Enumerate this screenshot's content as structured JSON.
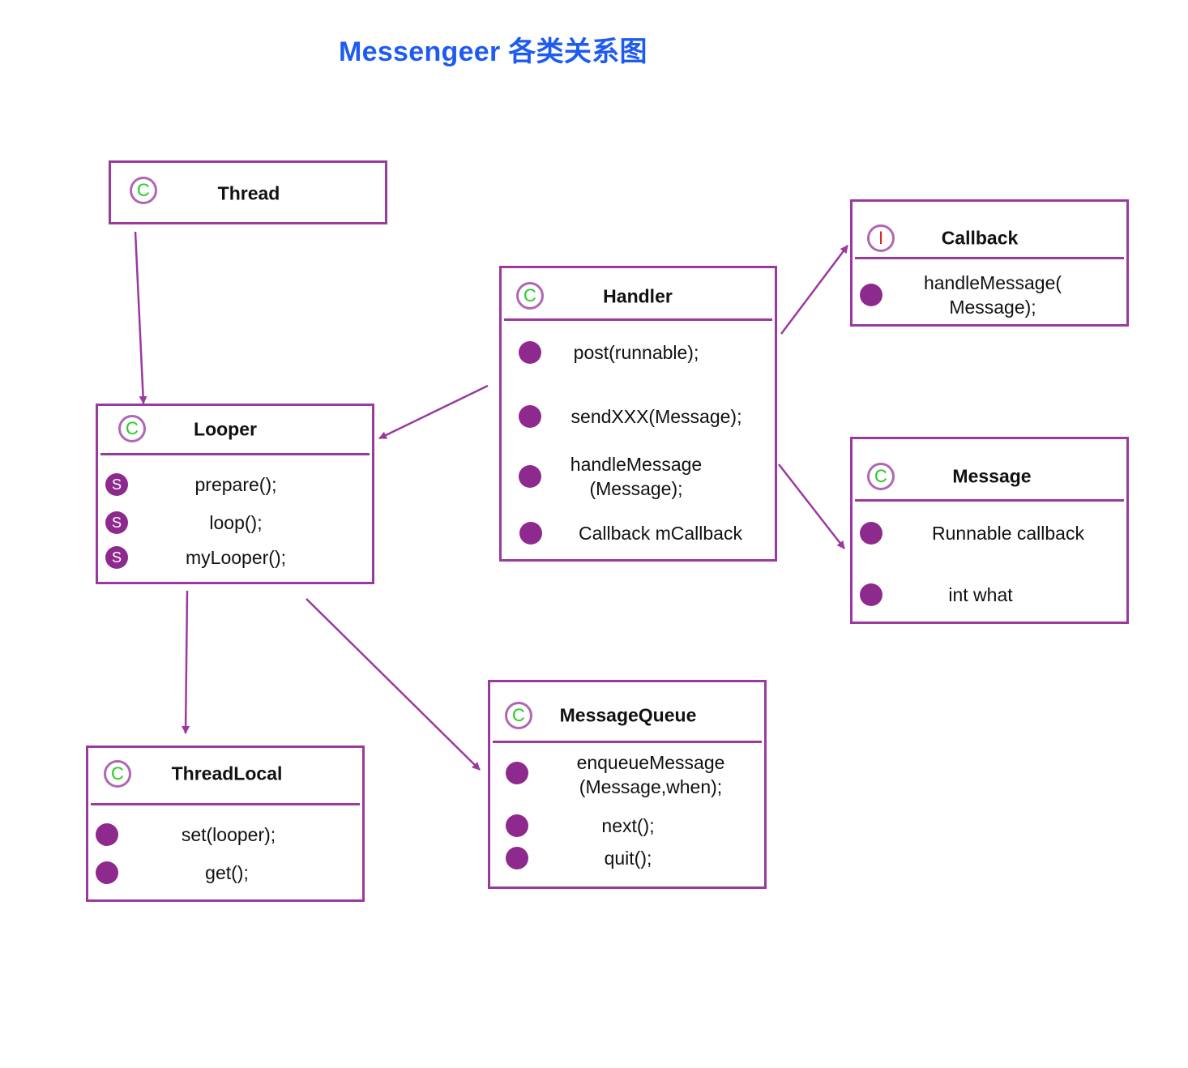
{
  "title": "Messengeer 各类关系图",
  "colors": {
    "title": "#1e5bf0",
    "border": "#9a3a9e",
    "member_dot": "#8e2a8e",
    "class_badge": "#22cc22",
    "interface_badge": "#e01e1e"
  },
  "classes": {
    "thread": {
      "badge": "C",
      "name": "Thread",
      "members": []
    },
    "looper": {
      "badge": "C",
      "name": "Looper",
      "members": [
        {
          "marker": "S",
          "text": "prepare();"
        },
        {
          "marker": "S",
          "text": "loop();"
        },
        {
          "marker": "S",
          "text": "myLooper();"
        }
      ]
    },
    "handler": {
      "badge": "C",
      "name": "Handler",
      "members": [
        {
          "text": "post(runnable);"
        },
        {
          "text": "sendXXX(Message);"
        },
        {
          "text": "handleMessage\n(Message);"
        },
        {
          "text": "Callback mCallback"
        }
      ]
    },
    "callback": {
      "badge": "I",
      "name": "Callback",
      "members": [
        {
          "text": "handleMessage(\nMessage);"
        }
      ]
    },
    "message": {
      "badge": "C",
      "name": "Message",
      "members": [
        {
          "text": "Runnable callback"
        },
        {
          "text": "int what"
        }
      ]
    },
    "threadlocal": {
      "badge": "C",
      "name": "ThreadLocal",
      "members": [
        {
          "text": "set(looper);"
        },
        {
          "text": "get();"
        }
      ]
    },
    "messagequeue": {
      "badge": "C",
      "name": "MessageQueue",
      "members": [
        {
          "text": "enqueueMessage\n(Message,when);"
        },
        {
          "text": "next();"
        },
        {
          "text": "quit();"
        }
      ]
    }
  },
  "relations": [
    {
      "from": "Thread",
      "to": "Looper"
    },
    {
      "from": "Handler",
      "to": "Looper"
    },
    {
      "from": "Handler",
      "to": "Callback"
    },
    {
      "from": "Handler",
      "to": "Message"
    },
    {
      "from": "Looper",
      "to": "ThreadLocal"
    },
    {
      "from": "Looper",
      "to": "MessageQueue"
    }
  ]
}
